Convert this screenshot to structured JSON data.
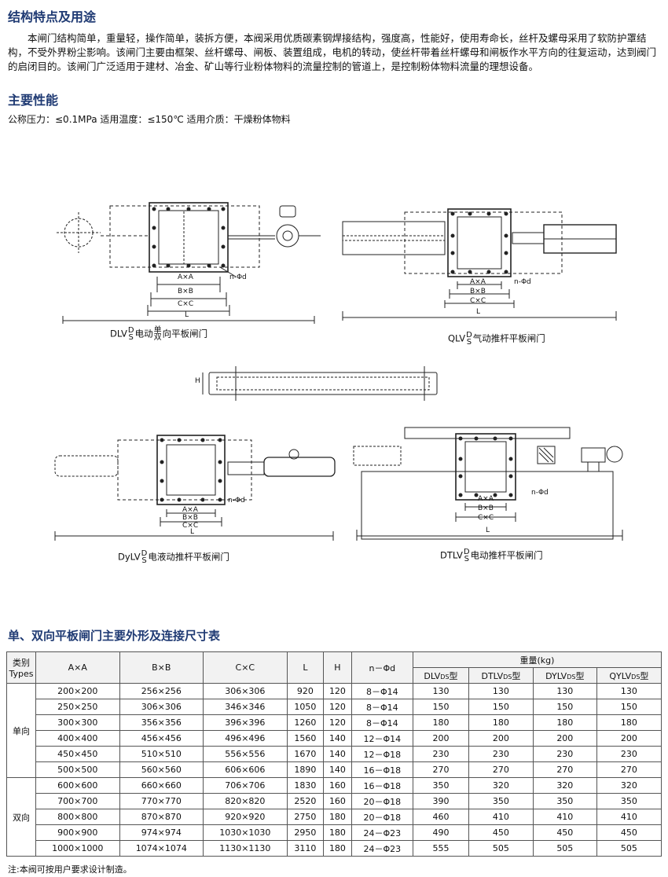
{
  "sections": {
    "features_title": "结构特点及用途",
    "features_text": "本闸门结构简单，重量轻，操作简单，装拆方便，本阀采用优质碳素钢焊接结构，强度高，性能好，使用寿命长，丝杆及螺母采用了软防护罩结构，不受外界粉尘影响。该闸门主要由框架、丝杆螺母、闸板、装置组成，电机的转动，使丝杆带着丝杆螺母和闸板作水平方向的往复运动，达到阀门的启闭目的。该闸门广泛适用于建材、冶金、矿山等行业粉体物料的流量控制的管道上，是控制粉体物料流量的理想设备。",
    "performance_title": "主要性能",
    "performance_text": "公称压力：≤0.1MPa   适用温度：≤150℃   适用介质：干燥粉体物料",
    "table_title": "单、双向平板闸门主要外形及连接尺寸表"
  },
  "drawings": {
    "dlv": {
      "prefix": "DLV",
      "ds_top": "D",
      "ds_bottom": "S",
      "mid": "电动",
      "dir_top": "单",
      "dir_bottom": "双",
      "suffix": "向平板闸门"
    },
    "qlv": {
      "prefix": "QLV",
      "ds_top": "D",
      "ds_bottom": "S",
      "suffix": "气动推杆平板闸门"
    },
    "dylv": {
      "prefix": "DyLV",
      "ds_top": "D",
      "ds_bottom": "S",
      "suffix": "电液动推杆平板闸门"
    },
    "dtlv": {
      "prefix": "DTLV",
      "ds_top": "D",
      "ds_bottom": "S",
      "suffix": "电动推杆平板闸门"
    },
    "dim_labels": {
      "a": "A×A",
      "b": "B×B",
      "c": "C×C",
      "l": "L",
      "h": "H",
      "n": "n-Φd"
    }
  },
  "table": {
    "headers": {
      "type": "类别",
      "type_en": "Types",
      "a": "A×A",
      "b": "B×B",
      "c": "C×C",
      "l": "L",
      "h": "H",
      "n": "n－Φd",
      "weight": "重量(kg)",
      "dlv": "DLV",
      "dtlv": "DTLV",
      "dylv": "DYLV",
      "qylv": "QYLV",
      "ds_top": "D",
      "ds_bottom": "S",
      "xing": "型"
    },
    "groups": [
      {
        "label": "单向",
        "rows": [
          [
            "200×200",
            "256×256",
            "306×306",
            "920",
            "120",
            "8－Φ14",
            "130",
            "130",
            "130",
            "130"
          ],
          [
            "250×250",
            "306×306",
            "346×346",
            "1050",
            "120",
            "8－Φ14",
            "150",
            "150",
            "150",
            "150"
          ],
          [
            "300×300",
            "356×356",
            "396×396",
            "1260",
            "120",
            "8－Φ14",
            "180",
            "180",
            "180",
            "180"
          ],
          [
            "400×400",
            "456×456",
            "496×496",
            "1560",
            "140",
            "12－Φ14",
            "200",
            "200",
            "200",
            "200"
          ],
          [
            "450×450",
            "510×510",
            "556×556",
            "1670",
            "140",
            "12－Φ18",
            "230",
            "230",
            "230",
            "230"
          ],
          [
            "500×500",
            "560×560",
            "606×606",
            "1890",
            "140",
            "16－Φ18",
            "270",
            "270",
            "270",
            "270"
          ]
        ]
      },
      {
        "label": "双向",
        "rows": [
          [
            "600×600",
            "660×660",
            "706×706",
            "1830",
            "160",
            "16－Φ18",
            "350",
            "320",
            "320",
            "320"
          ],
          [
            "700×700",
            "770×770",
            "820×820",
            "2520",
            "160",
            "20－Φ18",
            "390",
            "350",
            "350",
            "350"
          ],
          [
            "800×800",
            "870×870",
            "920×920",
            "2750",
            "180",
            "20－Φ18",
            "460",
            "410",
            "410",
            "410"
          ],
          [
            "900×900",
            "974×974",
            "1030×1030",
            "2950",
            "180",
            "24－Φ23",
            "490",
            "450",
            "450",
            "450"
          ],
          [
            "1000×1000",
            "1074×1074",
            "1130×1130",
            "3110",
            "180",
            "24－Φ23",
            "555",
            "505",
            "505",
            "505"
          ]
        ]
      }
    ],
    "note": "注:本阀可按用户要求设计制造。"
  }
}
